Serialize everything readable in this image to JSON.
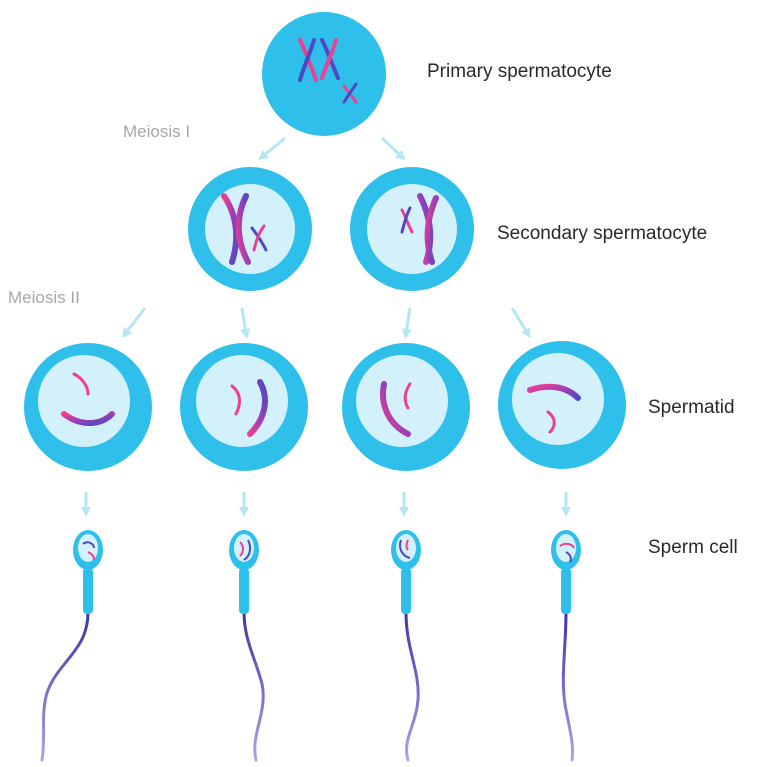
{
  "labels": {
    "primary": "Primary spermatocyte",
    "secondary": "Secondary spermatocyte",
    "spermatid": "Spermatid",
    "sperm_cell": "Sperm cell"
  },
  "phases": {
    "meiosis1": "Meiosis I",
    "meiosis2": "Meiosis II"
  },
  "colors": {
    "membrane": "#2ec0ea",
    "nucleus": "#d3f1fb",
    "arrow": "#b5e6f3",
    "chromosome_pink": "#ef3f93",
    "chromosome_blue": "#4e48c6",
    "tail": "#4338ad"
  }
}
